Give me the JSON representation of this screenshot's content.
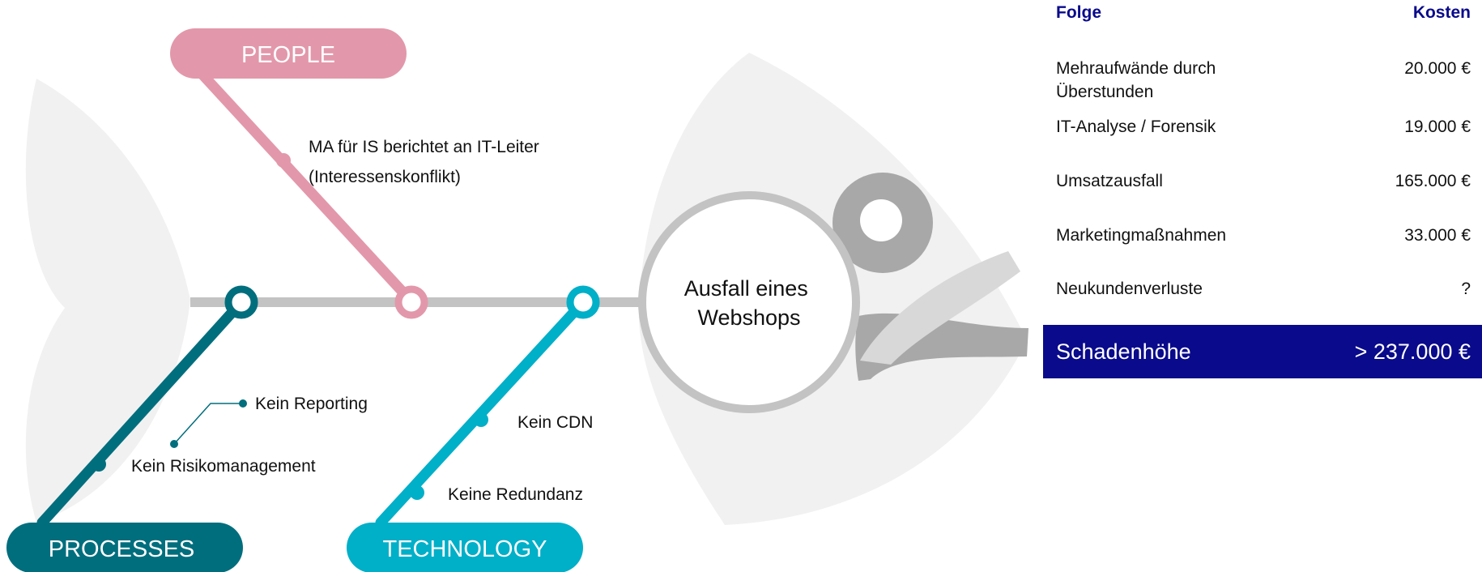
{
  "colors": {
    "people": "#e298aa",
    "processes": "#006e7d",
    "technology": "#00afc8",
    "spine": "#c3c3c3",
    "fish_body": "#f1f1f1",
    "fish_dark": "#a8a8a8",
    "fish_light": "#d8d8d8",
    "header_text": "#0a0a8c",
    "total_bg": "#0a0a8c",
    "total_text": "#ffffff"
  },
  "diagram": {
    "problem": [
      "Ausfall eines",
      "Webshops"
    ],
    "categories": {
      "people": "PEOPLE",
      "processes": "PROCESSES",
      "technology": "TECHNOLOGY"
    },
    "causes": {
      "people_1": [
        "MA für IS berichtet an IT-Leiter",
        "(Interessenskonflikt)"
      ],
      "processes_1": "Kein Reporting",
      "processes_2": "Kein Risikomanagement",
      "technology_1": "Kein CDN",
      "technology_2": "Keine Redundanz"
    }
  },
  "costs": {
    "header_label": "Folge",
    "header_value": "Kosten",
    "rows": [
      {
        "label": "Mehraufwände durch Überstunden",
        "value": "20.000 €"
      },
      {
        "label": "IT-Analyse / Forensik",
        "value": "19.000 €"
      },
      {
        "label": "Umsatzausfall",
        "value": "165.000 €"
      },
      {
        "label": "Marketingmaßnahmen",
        "value": "33.000 €"
      },
      {
        "label": "Neukundenverluste",
        "value": "?"
      }
    ],
    "total_label": "Schadenhöhe",
    "total_value": "> 237.000 €"
  }
}
